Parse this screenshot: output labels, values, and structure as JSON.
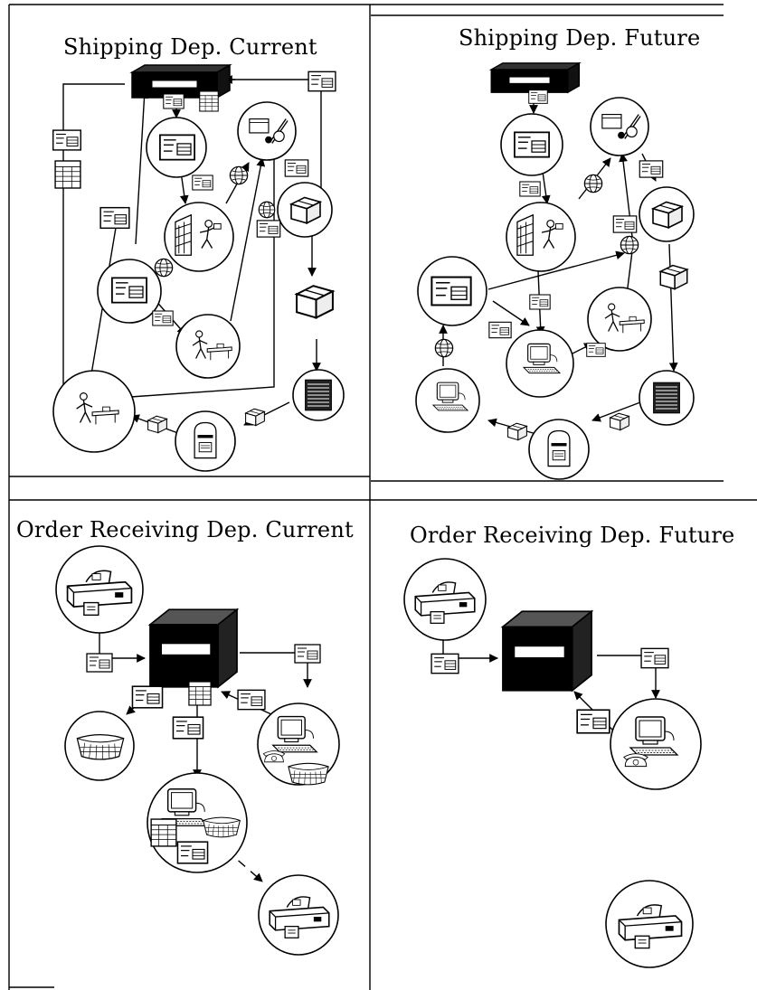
{
  "panels": [
    {
      "id": "shipping-current",
      "title": "Shipping Dep. Current"
    },
    {
      "id": "shipping-future",
      "title": "Shipping Dep. Future"
    },
    {
      "id": "order-current",
      "title": "Order Receiving Dep. Current"
    },
    {
      "id": "order-future",
      "title": "Order Receiving Dep. Future"
    }
  ],
  "icons": {
    "server": "server-box-icon",
    "document": "document-icon",
    "spreadsheet": "spreadsheet-icon",
    "globe": "globe-icon",
    "package": "package-icon",
    "mailbox": "mailbox-icon",
    "printer": "printer-icon",
    "computer": "computer-icon",
    "telephone": "telephone-icon",
    "basket": "basket-icon",
    "worker": "worker-icon",
    "shelves": "warehouse-shelves-icon",
    "cabinet": "file-cabinet-icon"
  },
  "colors": {
    "ink": "#000000",
    "paper": "#ffffff"
  }
}
